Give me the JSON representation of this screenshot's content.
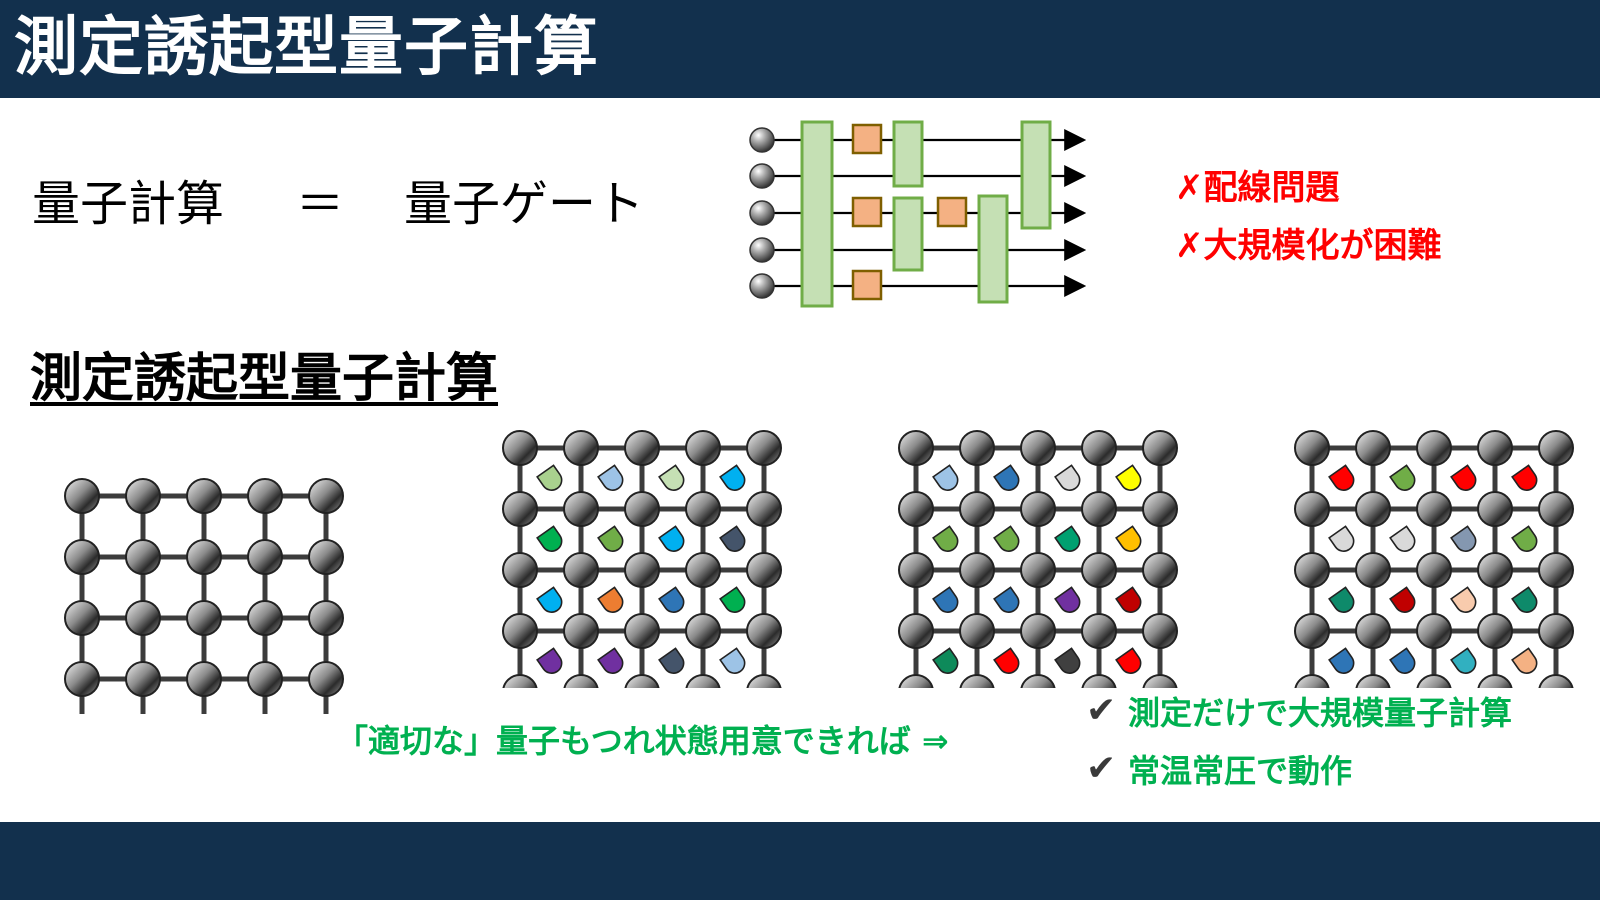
{
  "header": {
    "title": "測定誘起型量子計算"
  },
  "equation": {
    "left": "量子計算",
    "equals": "＝",
    "right": "量子ゲート"
  },
  "problems": {
    "mark": "✗",
    "items": [
      "配線問題",
      "大規模化が困難"
    ]
  },
  "section": {
    "title": "測定誘起型量子計算"
  },
  "conclusion": {
    "condition": "「適切な」量子もつれ状態用意できれば",
    "arrow": "⇒",
    "check_mark": "✔",
    "benefits": [
      "測定だけで大規模量子計算",
      "常温常圧で動作"
    ]
  },
  "colors": {
    "header_bg": "#12304d",
    "problem_red": "#ff0000",
    "conclusion_green": "#00b050",
    "gate_green": "#c5e0b4",
    "gate_green_border": "#70ad47",
    "gate_orange": "#f4b183",
    "gate_orange_border": "#7f5f00",
    "node_gray": "#808080",
    "lattice_line": "#3c3c3c"
  },
  "icons": {
    "qubit": "sphere-qubit-icon",
    "measurement": "measurement-cup-icon"
  }
}
